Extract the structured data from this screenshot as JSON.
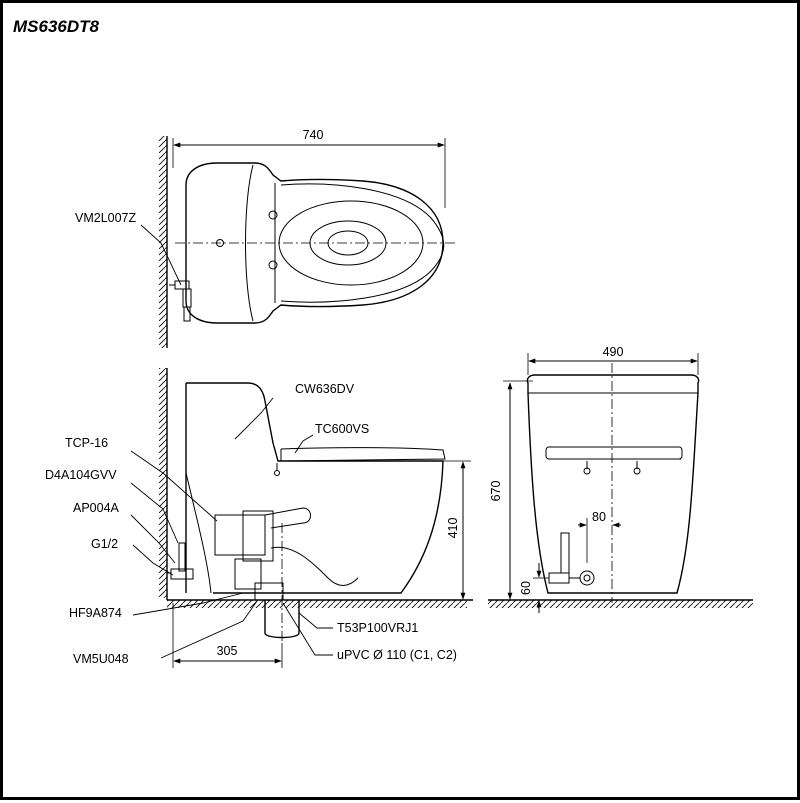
{
  "title": "MS636DT8",
  "dimensions": {
    "width_top": "740",
    "width_side": "490",
    "height_total": "670",
    "height_seat": "410",
    "offset_rear": "305",
    "supply_offset": "80",
    "supply_height": "60"
  },
  "parts": {
    "valve_top": "VM2L007Z",
    "bowl": "CW636DV",
    "seat": "TC600VS",
    "tcp": "TCP-16",
    "d4a": "D4A104GVV",
    "ap": "AP004A",
    "g12": "G1/2",
    "hf": "HF9A874",
    "vm5": "VM5U048",
    "t53": "T53P100VRJ1",
    "upvc": "uPVC Ø 110 (C1, C2)"
  }
}
